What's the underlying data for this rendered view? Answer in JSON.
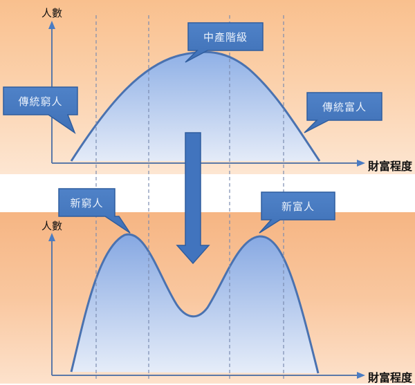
{
  "colors": {
    "panel_bg_top": "#f9c08e",
    "panel_bg_light": "#fde6d2",
    "callout_fill": "#4a7cc3",
    "callout_border": "#2f5d9e",
    "curve_stroke": "#4a72b0",
    "curve_fill_top": "#8fb0e6",
    "curve_fill_bottom": "#e4ebf8",
    "axis": "#5a78a8",
    "dashed_line": "#7b8cb0",
    "arrow_fill": "#4174be"
  },
  "top_panel": {
    "y_axis_label": "人數",
    "x_axis_label": "財富程度",
    "callouts": {
      "traditional_poor": "傳統窮人",
      "middle_class": "中產階級",
      "traditional_rich": "傳統富人"
    }
  },
  "bottom_panel": {
    "y_axis_label": "人數",
    "x_axis_label": "財富程度",
    "callouts": {
      "new_poor": "新窮人",
      "new_rich": "新富人"
    }
  },
  "transition_arrow": {
    "direction": "down"
  }
}
